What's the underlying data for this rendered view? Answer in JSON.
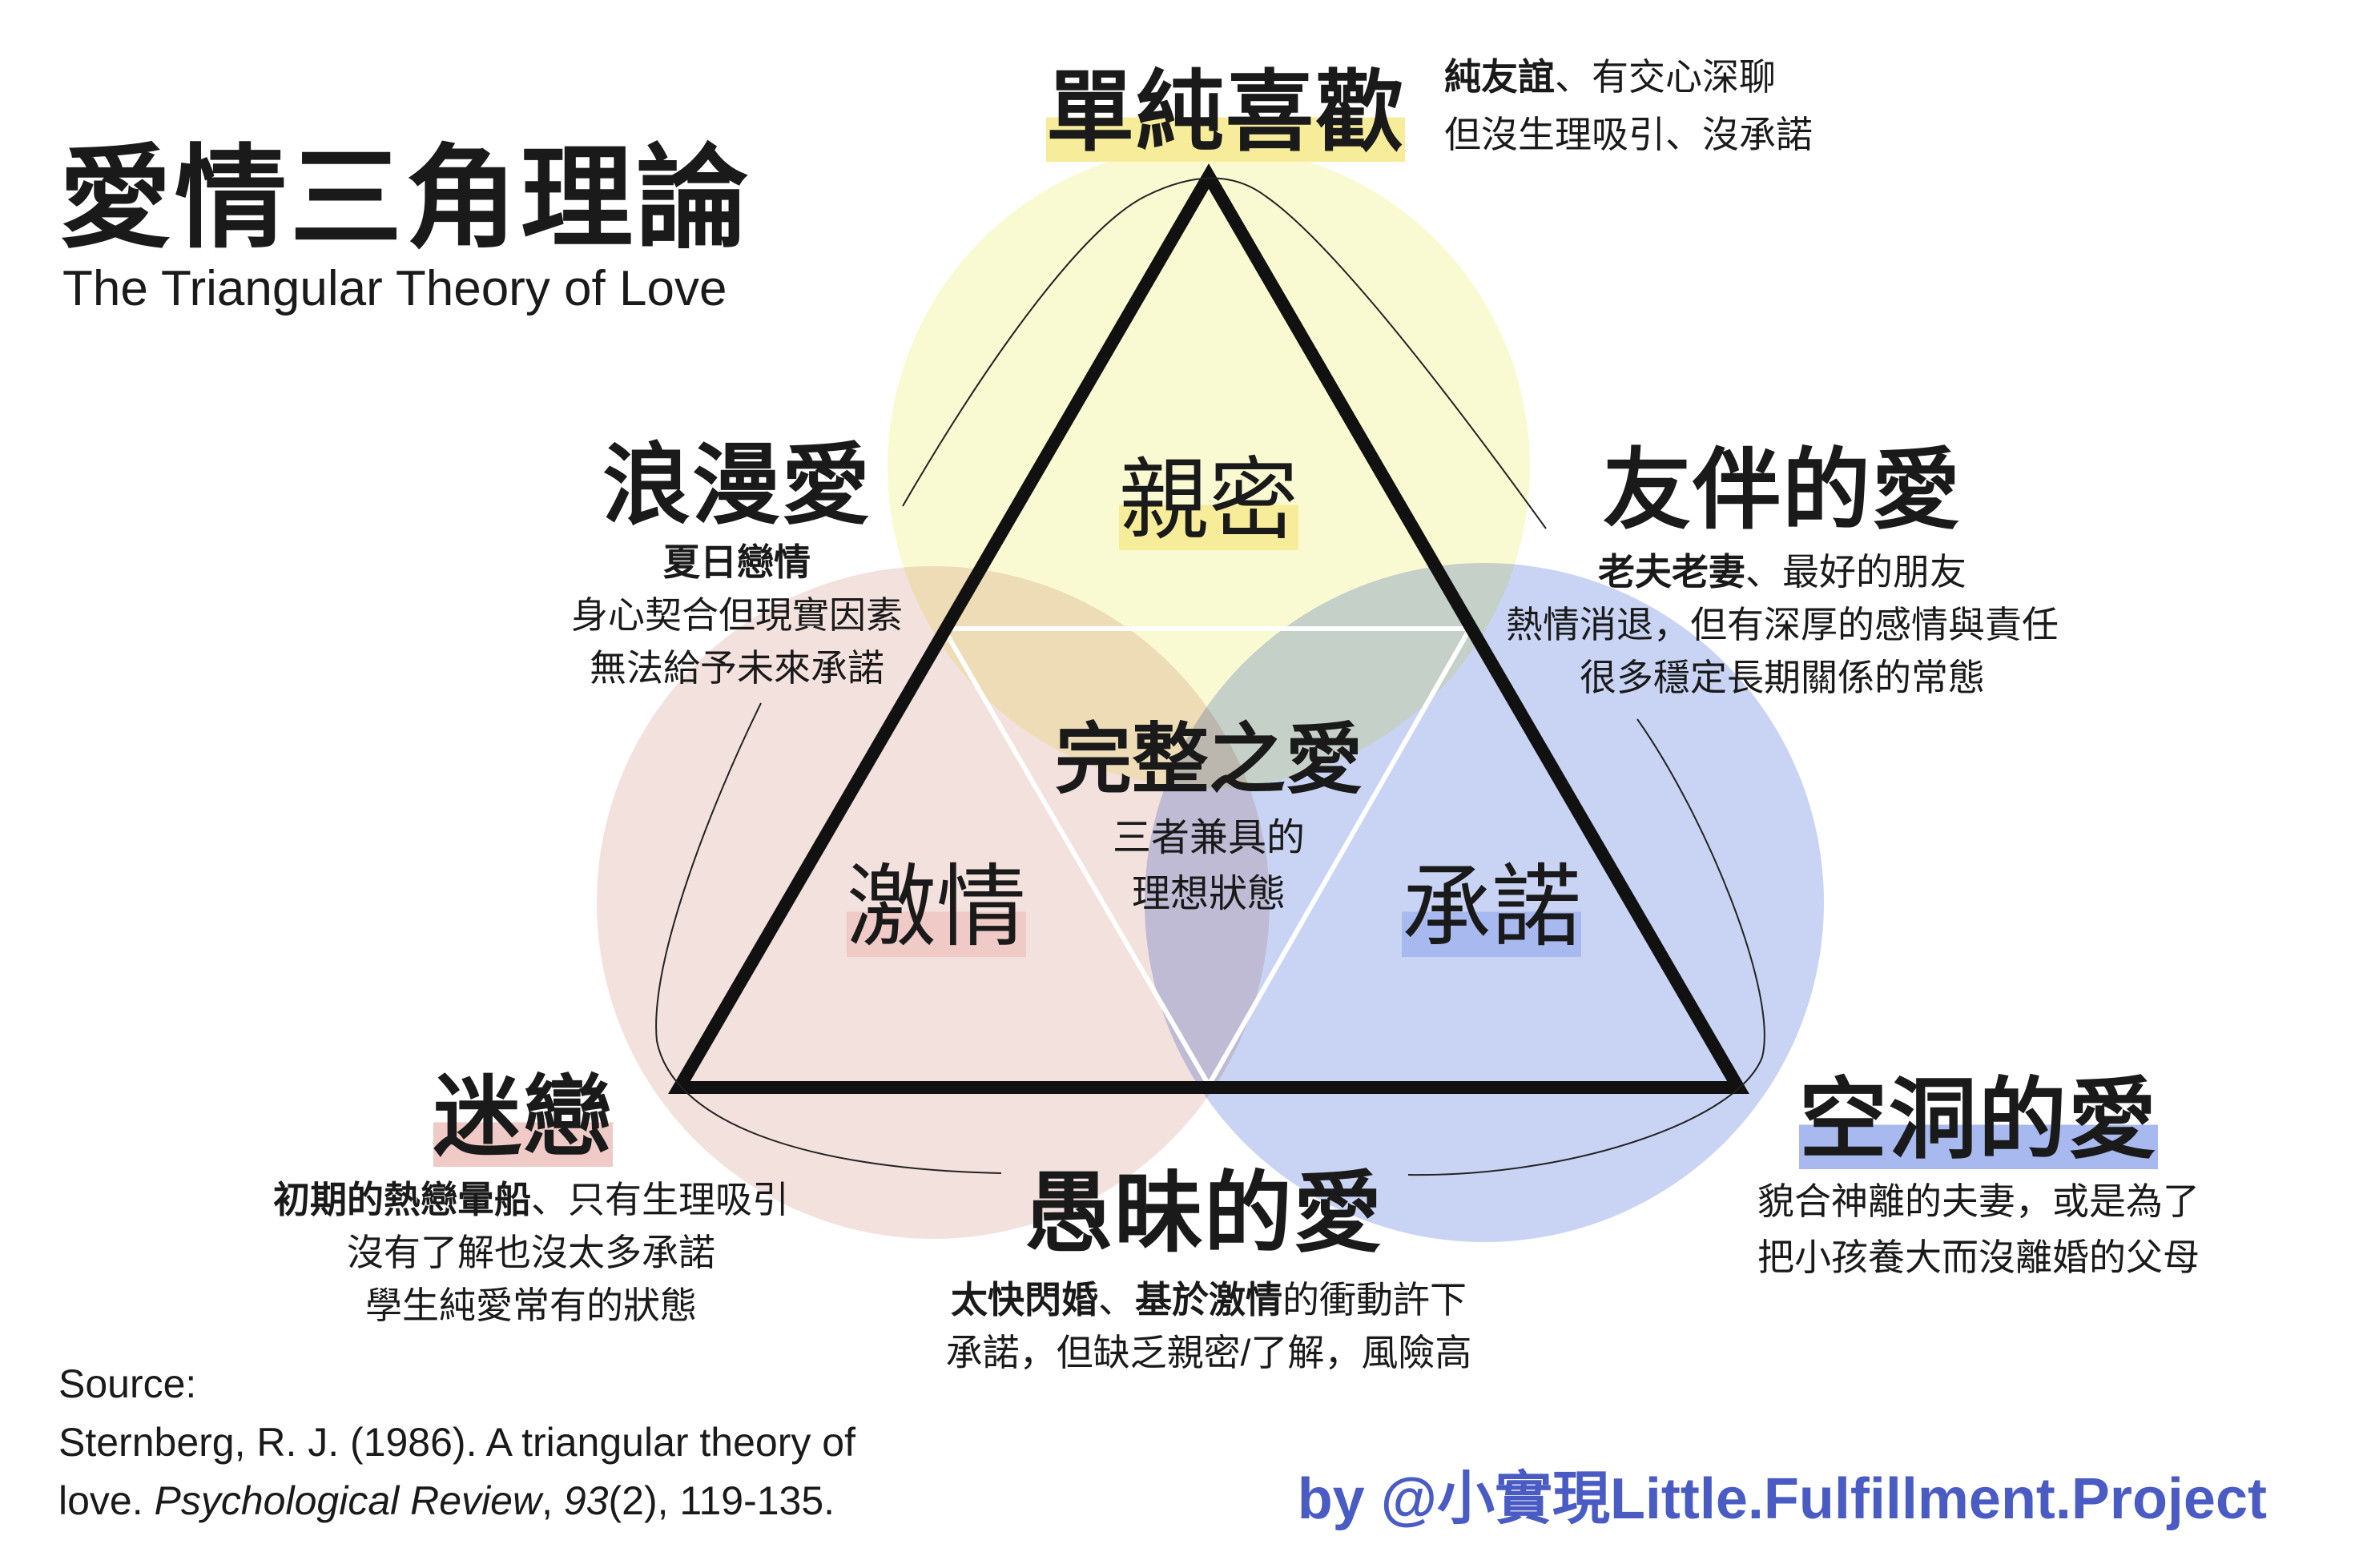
{
  "title": {
    "zh": "愛情三角理論",
    "en": "The Triangular Theory of Love"
  },
  "colors": {
    "intimacy": "#fafad2",
    "passion": "#f3e1de",
    "commitment": "#c9d4f4",
    "credit": "#4a5cc4"
  },
  "components": {
    "intimacy": "親密",
    "passion": "激情",
    "commitment": "承諾"
  },
  "types": {
    "liking": {
      "name": "單純喜歡",
      "bold": "純友誼",
      "line1_rest": "、有交心深聊",
      "line2": "但沒生理吸引、沒承諾"
    },
    "romantic": {
      "name": "浪漫愛",
      "bold": "夏日戀情",
      "line2": "身心契合但現實因素",
      "line3": "無法給予未來承諾"
    },
    "companionate": {
      "name": "友伴的愛",
      "bold": "老夫老妻",
      "line1_rest": "、最好的朋友",
      "line2": "熱情消退，但有深厚的感情與責任",
      "line3": "很多穩定長期關係的常態"
    },
    "consummate": {
      "name": "完整之愛",
      "line1": "三者兼具的",
      "line2": "理想狀態"
    },
    "infatuation": {
      "name": "迷戀",
      "bold": "初期的熱戀暈船",
      "line1_rest": "、只有生理吸引",
      "line2": "沒有了解也沒太多承諾",
      "line3": "學生純愛常有的狀態"
    },
    "fatuous": {
      "name": "愚昧的愛",
      "bold1": "太快閃婚",
      "sep": "、",
      "bold2": "基於激情",
      "line1_rest": "的衝動許下",
      "line2": "承諾，但缺乏親密/了解，風險高"
    },
    "empty": {
      "name": "空洞的愛",
      "line1": "貌合神離的夫妻，或是為了",
      "line2": "把小孩養大而沒離婚的父母"
    }
  },
  "source": {
    "label": "Source:",
    "line1": "Sternberg, R. J. (1986). A triangular theory of",
    "line2_a": "love. ",
    "journal": "Psychological Review",
    "line2_b": ", ",
    "volume": "93",
    "line2_c": "(2), 119-135."
  },
  "credit": "by @小實現Little.Fulfillment.Project"
}
